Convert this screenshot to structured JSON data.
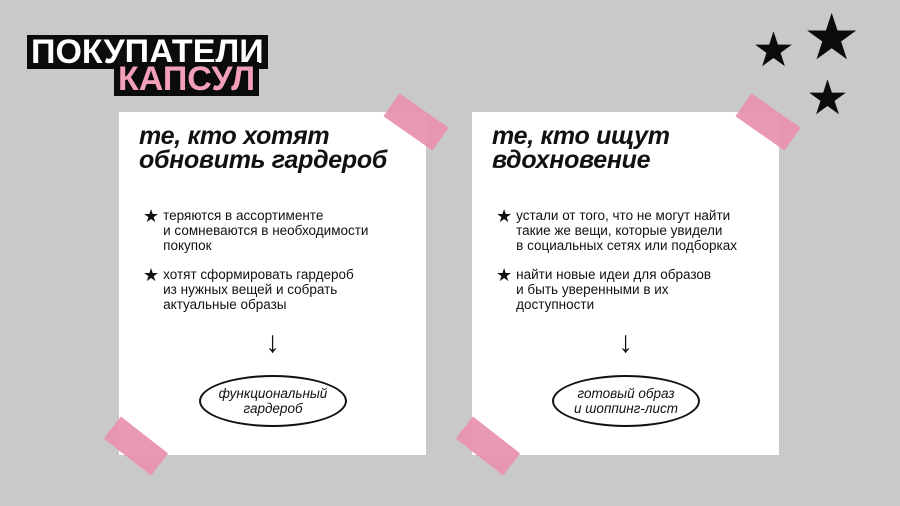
{
  "title": {
    "line1": "ПОКУПАТЕЛИ",
    "line2": "КАПСУЛ"
  },
  "cards": [
    {
      "title": [
        "те, кто хотят",
        "обновить гардероб"
      ],
      "items": [
        [
          "теряются в ассортименте",
          "и сомневаются в необходимости",
          "покупок"
        ],
        [
          "хотят сформировать гардероб",
          "из нужных вещей и собрать",
          "актуальные образы"
        ]
      ],
      "arrow": "↓",
      "result": [
        "функциональный",
        "гардероб"
      ]
    },
    {
      "title": [
        "те, кто ищут",
        "вдохновение"
      ],
      "items": [
        [
          "устали от того, что не могут найти",
          "такие же вещи, которые увидели",
          "в социальных сетях или подборках"
        ],
        [
          "найти новые идеи для образов",
          "и быть уверенными в их",
          "доступности"
        ]
      ],
      "arrow": "↓",
      "result": [
        "готовый образ",
        "и шоппинг-лист"
      ]
    }
  ],
  "star_glyph": "★",
  "colors": {
    "background": "#c9c9c9",
    "accent": "#f2a0b8",
    "tape": "#e894b1"
  }
}
